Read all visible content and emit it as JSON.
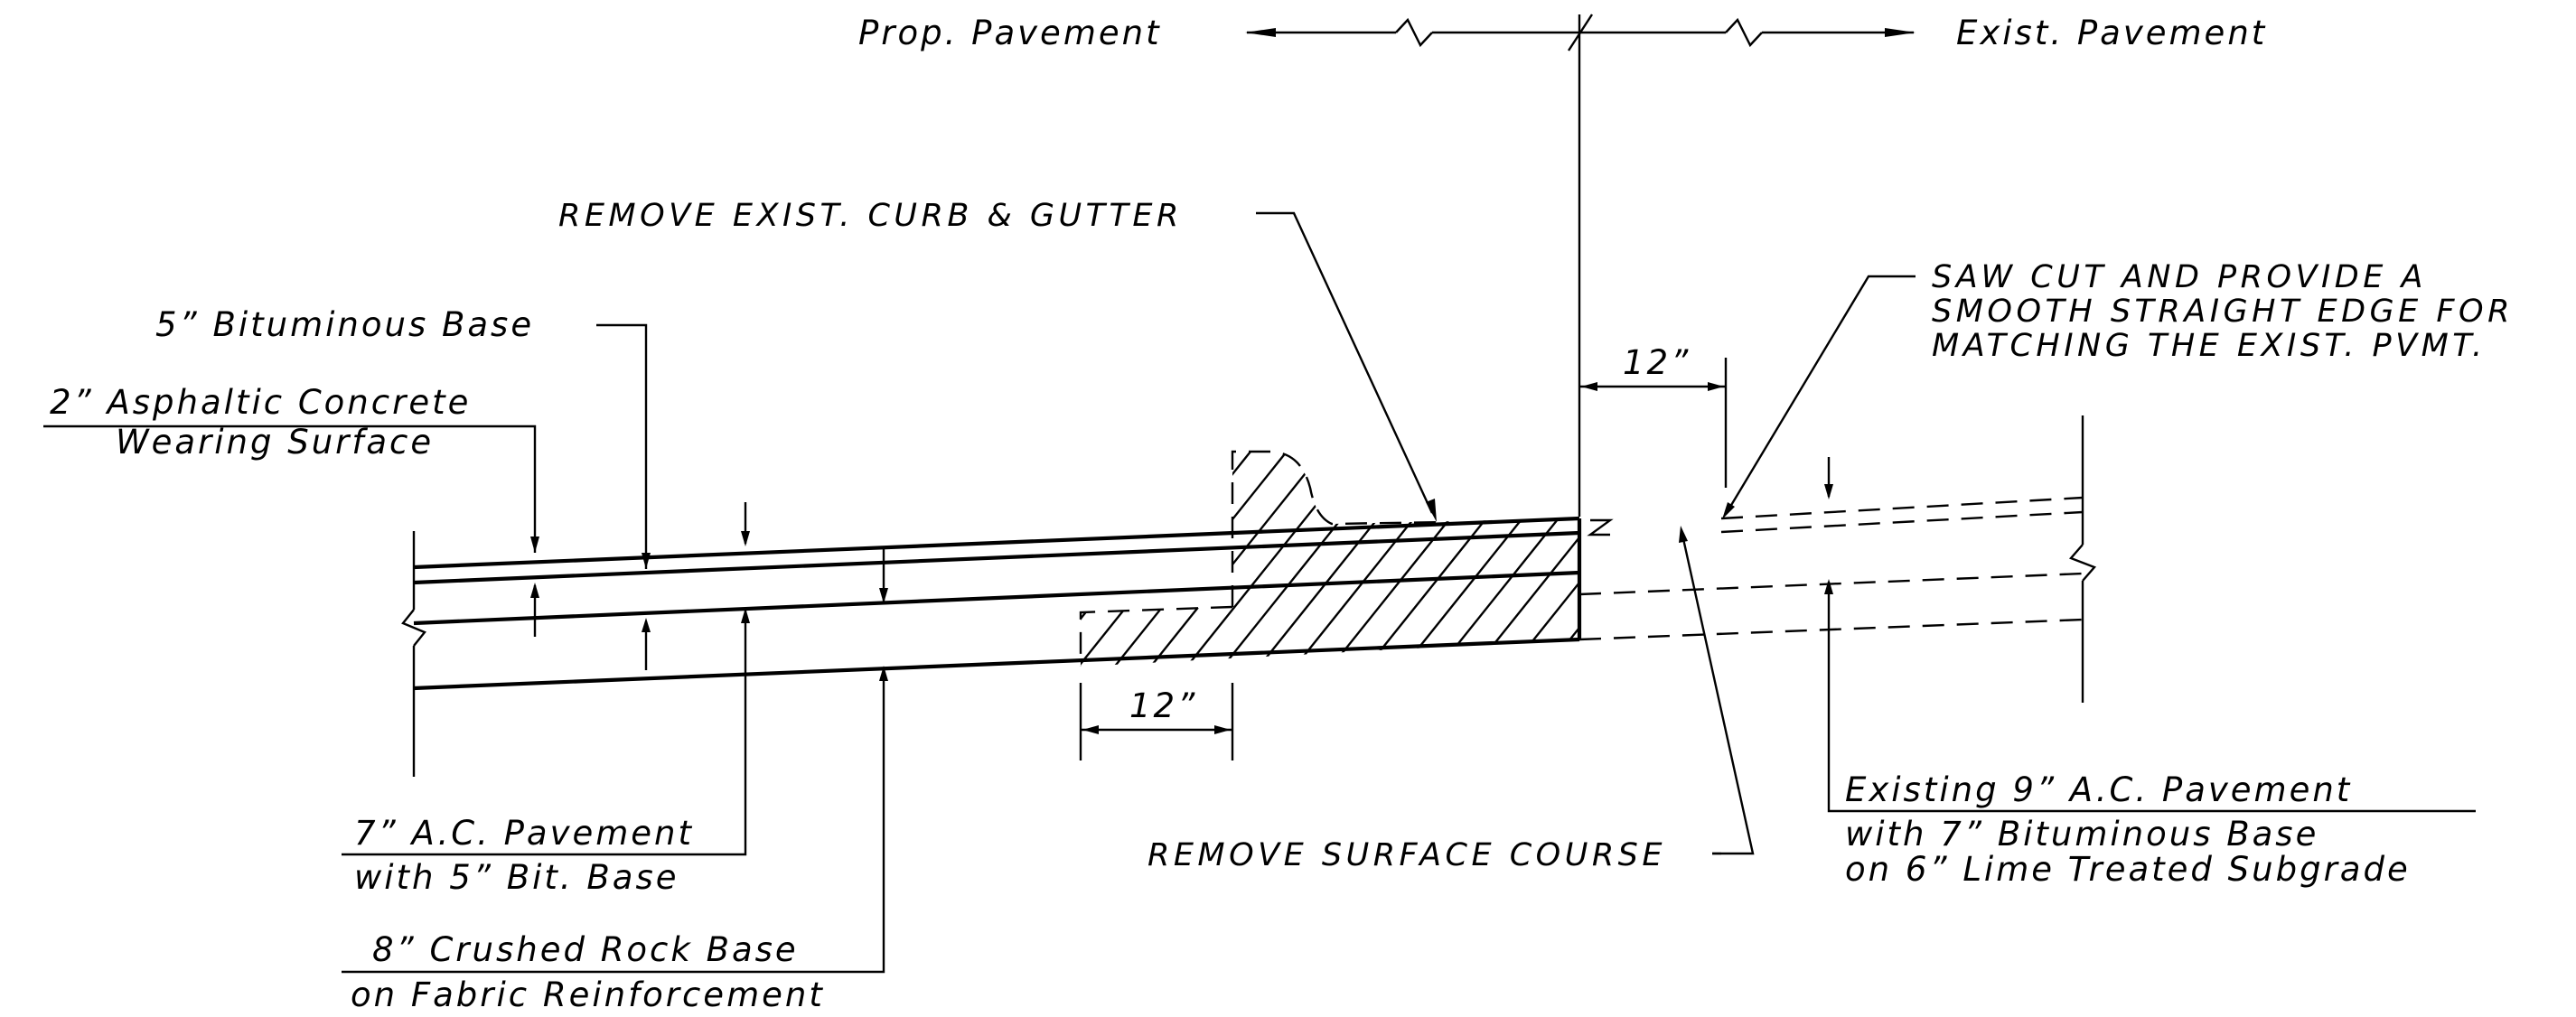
{
  "labels": {
    "prop_pavement": "Prop. Pavement",
    "exist_pavement": "Exist. Pavement",
    "remove_curb": "REMOVE EXIST. CURB & GUTTER",
    "bit_base_5": "5” Bituminous Base",
    "asphaltic_line1": "2” Asphaltic Concrete",
    "asphaltic_line2": "Wearing Surface",
    "saw_cut_line1": "SAW CUT AND PROVIDE A",
    "saw_cut_line2": "SMOOTH STRAIGHT EDGE FOR",
    "saw_cut_line3": "MATCHING THE EXIST. PVMT.",
    "dim_12_top": "12”",
    "dim_12_bottom": "12”",
    "ac_pavement_line1": "7” A.C. Pavement",
    "ac_pavement_line2": "with 5” Bit. Base",
    "crushed_rock_line1": "8” Crushed Rock Base",
    "crushed_rock_line2": "on Fabric Reinforcement",
    "remove_surface": "REMOVE SURFACE COURSE",
    "existing_line1": "Existing 9” A.C. Pavement",
    "existing_line2": "with 7” Bituminous Base",
    "existing_line3": "on 6” Lime Treated Subgrade"
  }
}
